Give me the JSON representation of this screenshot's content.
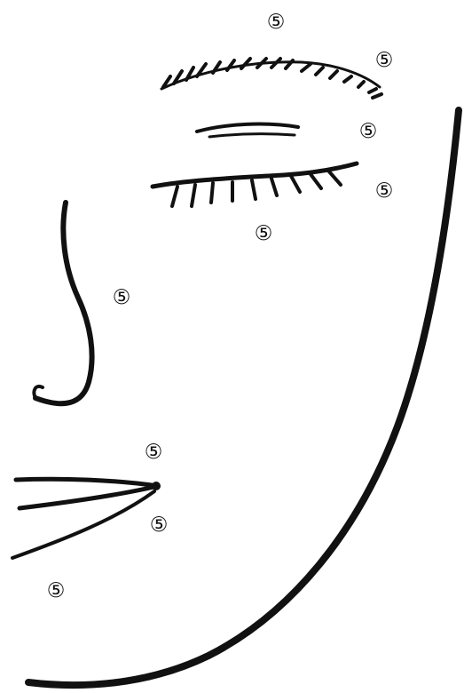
{
  "diagram": {
    "ink_color": "#111111",
    "background": "#ffffff",
    "markers": [
      {
        "id": "brow-top",
        "label": "⑤"
      },
      {
        "id": "brow-tail",
        "label": "⑤"
      },
      {
        "id": "eyelid",
        "label": "⑤"
      },
      {
        "id": "eye-outer",
        "label": "⑤"
      },
      {
        "id": "under-eye",
        "label": "⑤"
      },
      {
        "id": "nose",
        "label": "⑤"
      },
      {
        "id": "lip-corner",
        "label": "⑤"
      },
      {
        "id": "lower-lip",
        "label": "⑤"
      },
      {
        "id": "chin",
        "label": "⑤"
      }
    ]
  }
}
